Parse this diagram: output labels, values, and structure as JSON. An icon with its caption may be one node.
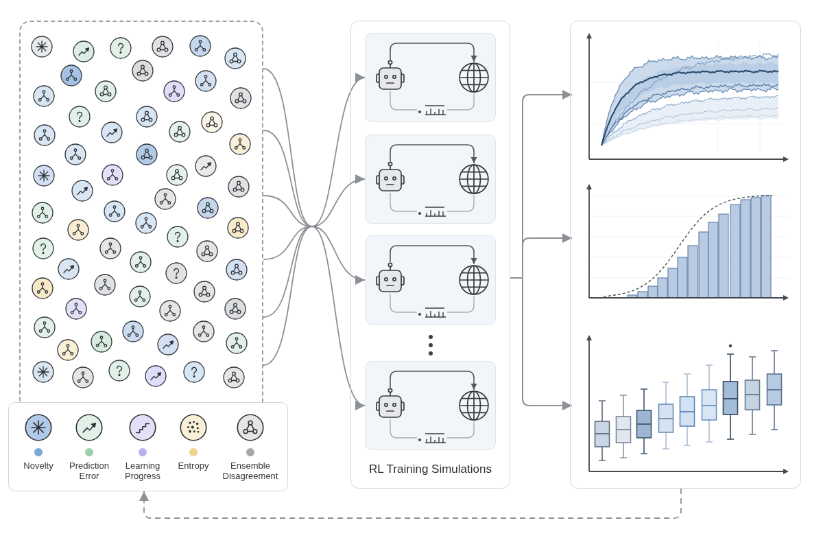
{
  "diagram": {
    "nodes": [
      {
        "text": [],
        "shape": "box"
      },
      {
        "text": [],
        "shape": "box"
      },
      {
        "text": [
          "RL Training Simulations"
        ]
      },
      {
        "text": [],
        "shape": "box",
        "in": 2
      },
      {
        "text": [],
        "shape": "picture",
        "in": 3
      },
      {
        "text": [],
        "shape": "picture",
        "in": 3
      },
      {
        "text": [],
        "shape": "box",
        "in": 2
      },
      {
        "text": [],
        "shape": "picture",
        "in": 6
      },
      {
        "text": [],
        "shape": "picture",
        "in": 6
      },
      {
        "text": [],
        "shape": "box",
        "in": 2
      },
      {
        "text": [],
        "shape": "picture",
        "in": 9
      },
      {
        "text": [],
        "shape": "picture",
        "in": 9
      },
      {
        "text": [],
        "shape": "box",
        "in": 2
      },
      {
        "text": [],
        "shape": "picture",
        "in": 12
      },
      {
        "text": [],
        "shape": "picture",
        "in": 12
      },
      {
        "text": [],
        "shape": "box"
      },
      {
        "text": [],
        "shape": "chart",
        "in": 15
      },
      {
        "text": [],
        "shape": "chart",
        "in": 15
      },
      {
        "text": [],
        "shape": "chart",
        "in": 15
      }
    ],
    "edges": [
      {
        "from": 0,
        "to": 3,
        "arrow": "to"
      },
      {
        "from": 0,
        "to": 6,
        "arrow": "to"
      },
      {
        "from": 0,
        "to": 9,
        "arrow": "to"
      },
      {
        "from": 0,
        "to": 12,
        "arrow": "to"
      },
      {
        "from": 2,
        "to": 16,
        "arrow": "to"
      },
      {
        "from": 2,
        "to": 17,
        "arrow": "to"
      },
      {
        "from": 2,
        "to": 18,
        "arrow": "to"
      },
      {
        "from": 15,
        "to": 1,
        "arrow": "to",
        "style": "dashed"
      },
      {
        "from": 4,
        "to": 5,
        "arrow": "to",
        "color": "#55595f"
      },
      {
        "from": 5,
        "to": 4,
        "arrow": "none",
        "color": "#a9adb3"
      },
      {
        "from": 7,
        "to": 8,
        "arrow": "to",
        "color": "#55595f"
      },
      {
        "from": 8,
        "to": 7,
        "arrow": "none",
        "color": "#a9adb3"
      },
      {
        "from": 10,
        "to": 11,
        "arrow": "to",
        "color": "#55595f"
      },
      {
        "from": 11,
        "to": 10,
        "arrow": "none",
        "color": "#a9adb3"
      },
      {
        "from": 13,
        "to": 14,
        "arrow": "to",
        "color": "#55595f"
      },
      {
        "from": 14,
        "to": 13,
        "arrow": "none",
        "color": "#a9adb3"
      }
    ],
    "legend": [
      {
        "text": "Novelty",
        "color": "#7ea7d8"
      },
      {
        "text": "Prediction Error",
        "color": "#9ccfae"
      },
      {
        "text": "Learning Progress",
        "color": "#b8b3ee"
      },
      {
        "text": "Entropy",
        "color": "#f0d38e"
      },
      {
        "text": "Ensemble Disagreement",
        "color": "#a7a9ad"
      }
    ]
  }
}
